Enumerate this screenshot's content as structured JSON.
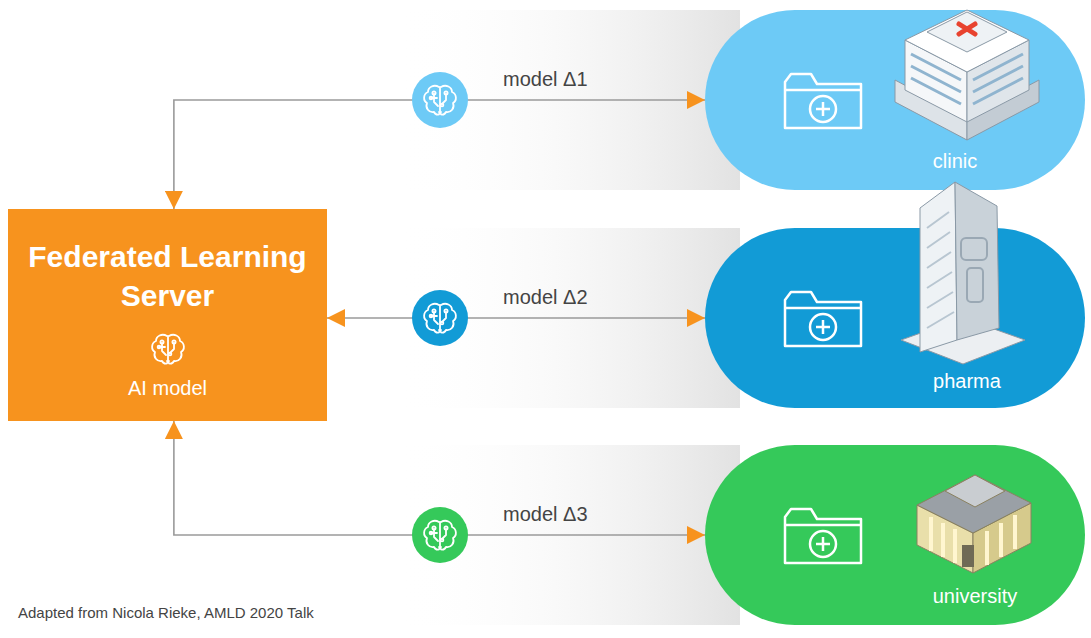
{
  "diagram": {
    "caption": "Adapted from Nicola Rieke, AMLD 2020 Talk",
    "nodes": [
      {
        "text": [
          "Federated Learning Server",
          "AI model"
        ]
      },
      {
        "text": [
          "clinic"
        ]
      },
      {
        "text": [
          "pharma"
        ]
      },
      {
        "text": [
          "university"
        ]
      }
    ],
    "edges": [
      {
        "from": 0,
        "to": 1,
        "arrow": "both",
        "label": "model Δ1"
      },
      {
        "from": 0,
        "to": 2,
        "arrow": "both",
        "label": "model Δ2"
      },
      {
        "from": 0,
        "to": 3,
        "arrow": "both",
        "label": "model Δ3"
      }
    ]
  }
}
